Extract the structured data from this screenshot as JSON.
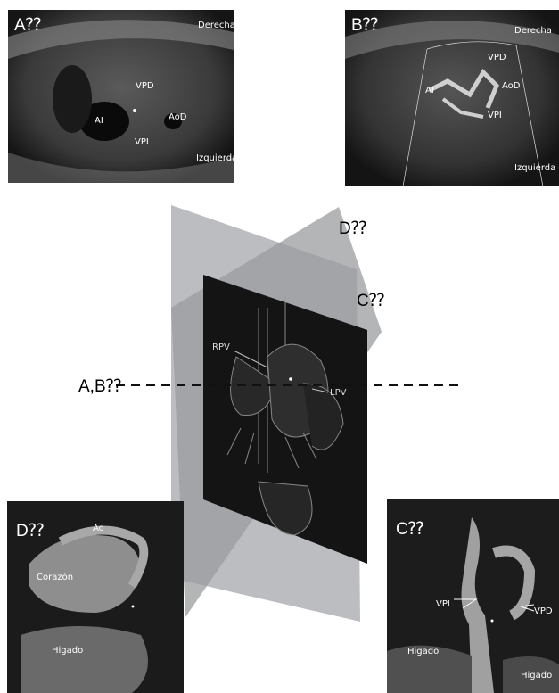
{
  "panel_a": {
    "tag": "A⁇",
    "derecha": "Derecha",
    "izquierda": "Izquierda",
    "ai": "AI",
    "vpd": "VPD",
    "vpi": "VPI",
    "aod": "AoD"
  },
  "panel_b": {
    "tag": "B⁇",
    "derecha": "Derecha",
    "izquierda": "Izquierda",
    "ai": "AI",
    "vpd": "VPD",
    "vpi": "VPI",
    "aod": "AoD"
  },
  "planes": {
    "d_label": "D⁇",
    "c_label": "C⁇",
    "ab_label": "A,B⁇",
    "rpv": "RPV",
    "lpv": "LPV"
  },
  "panel_d": {
    "tag": "D⁇",
    "ao": "Ao",
    "corazon": "Corazón",
    "higado": "Higado"
  },
  "panel_c": {
    "tag": "C⁇",
    "vpi": "VPI",
    "vpd": "VPD",
    "higado_left": "Higado",
    "higado_right": "Higado"
  }
}
